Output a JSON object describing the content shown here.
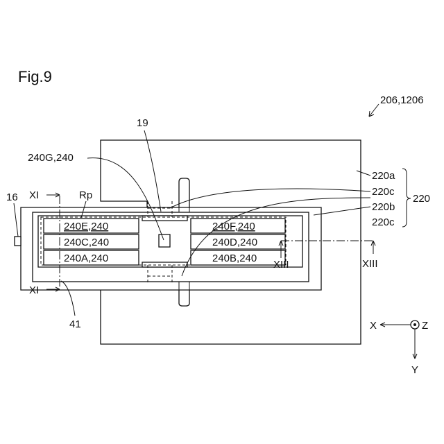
{
  "figure": {
    "title": "Fig.9",
    "ref_main": "206,1206"
  },
  "labels": {
    "l19": "19",
    "l240G": "240G,240",
    "l16": "16",
    "lXI_top": "XI",
    "lXI_bot": "XI",
    "lRp": "Rp",
    "l41": "41",
    "l220a": "220a",
    "l220c_top": "220c",
    "l220b": "220b",
    "l220c_bot": "220c",
    "l220": "220",
    "lXIII_right": "XIII",
    "lXIII_inner": "XIII",
    "axisX": "X",
    "axisY": "Y",
    "axisZ": "Z"
  },
  "cells": {
    "c240E": "240E,240",
    "c240F": "240F,240",
    "c240C": "240C,240",
    "c240D": "240D,240",
    "c240A": "240A,240",
    "c240B": "240B,240"
  }
}
